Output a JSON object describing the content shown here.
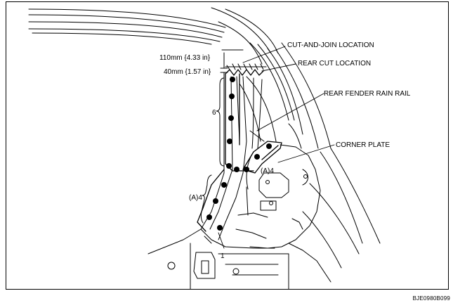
{
  "labels": {
    "cut_and_join": "CUT-AND-JOIN LOCATION",
    "rear_cut": "REAR CUT LOCATION",
    "rain_rail": "REAR FENDER RAIN RAIL",
    "corner_plate": "CORNER PLATE",
    "dim_110": "110mm {4.33 in}",
    "dim_40": "40mm {1.57 in}",
    "count_6": "6",
    "count_a4_lower": "(A)4",
    "count_a4_plate": "(A)4",
    "count_1": "1"
  },
  "reference_code": "BJE0980B099",
  "colors": {
    "line": "#000000",
    "background": "#ffffff"
  }
}
